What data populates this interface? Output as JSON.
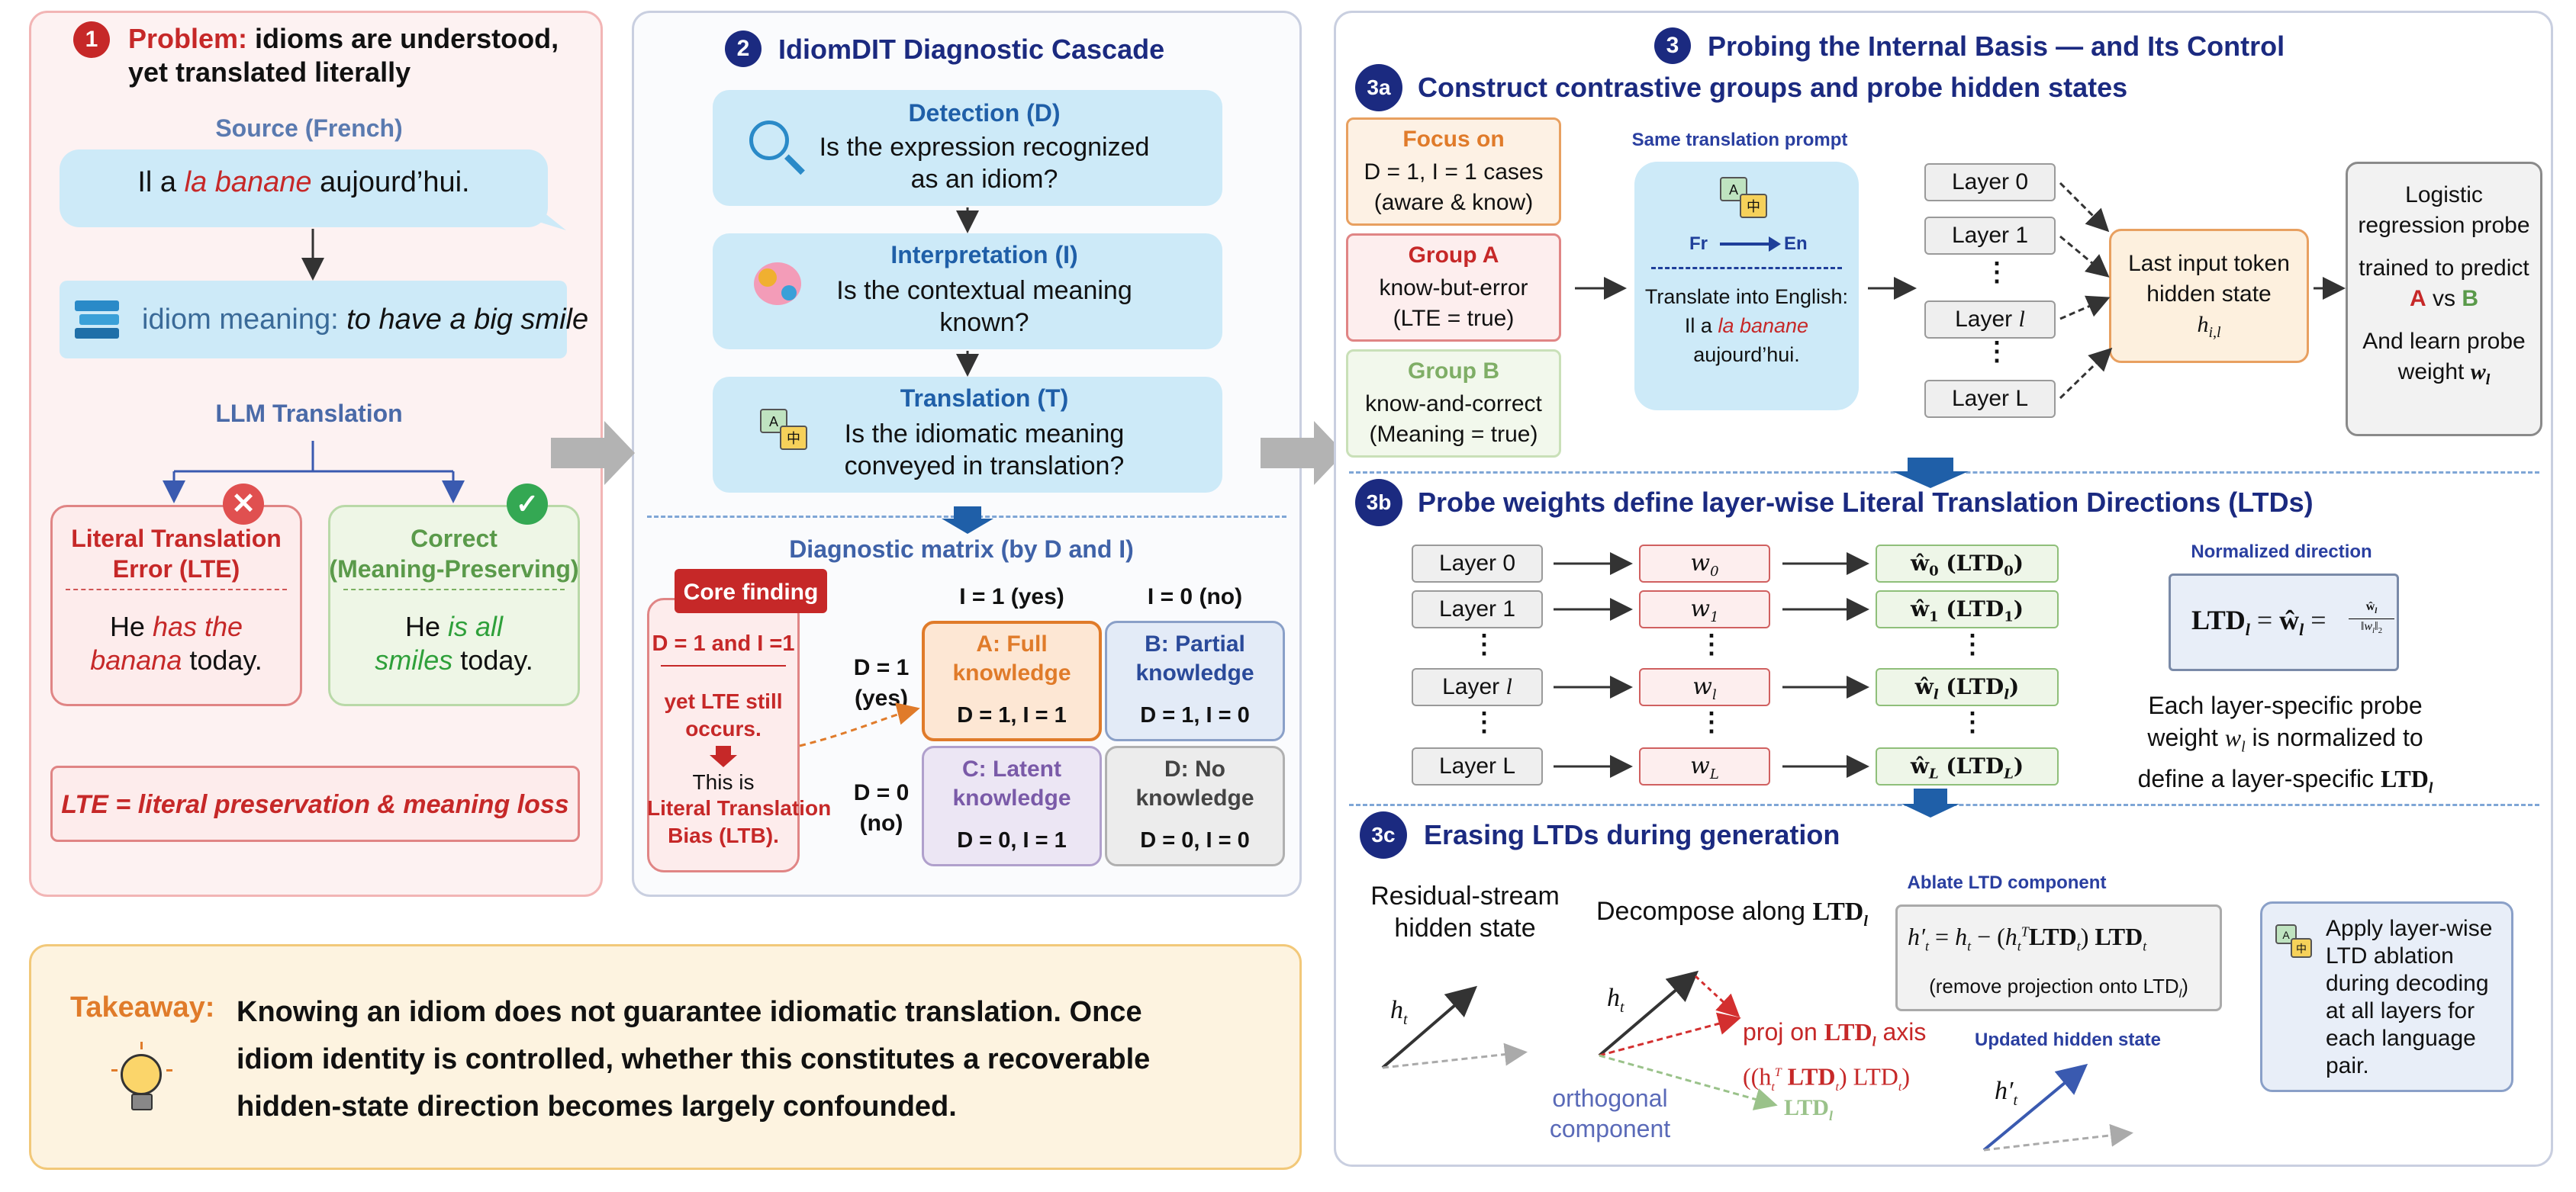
{
  "p1": {
    "num": "1",
    "title_lbl": "Problem:",
    "title_rest": "idioms are understood,",
    "title_line2": "yet translated literally",
    "source_label": "Source (French)",
    "src_a": "Il a ",
    "src_b": "la banane",
    "src_c": " aujourd’hui.",
    "meaning_a": "idiom meaning: ",
    "meaning_b": "to have a big smile",
    "llm": "LLM Translation",
    "lte_l1": "Literal Translation",
    "lte_l2": "Error (LTE)",
    "lte_s1a": "He ",
    "lte_s1b": "has the",
    "lte_s2a": "banana",
    "lte_s2b": " today.",
    "cor_l1": "Correct",
    "cor_l2": "(Meaning-Preserving)",
    "cor_s1a": "He ",
    "cor_s1b": "is all",
    "cor_s2a": "smiles",
    "cor_s2b": " today.",
    "def": "LTE = literal preservation & meaning loss"
  },
  "p2": {
    "num": "2",
    "title": "IdiomDIT Diagnostic Cascade",
    "det_t": "Detection (D)",
    "det_q1": "Is the expression recognized",
    "det_q2": "as an idiom?",
    "int_t": "Interpretation (I)",
    "int_q1": "Is the contextual meaning",
    "int_q2": "known?",
    "tr_t": "Translation (T)",
    "tr_q1": "Is the idiomatic meaning",
    "tr_q2": "conveyed in translation?",
    "matrix": "Diagnostic matrix (by D and I)",
    "core": "Core finding",
    "cf1": "D = 1 and I =1",
    "cf2": "yet LTE still",
    "cf3": "occurs.",
    "cf4": "This is",
    "cf5": "Literal Translation",
    "cf6": "Bias (LTB).",
    "i1": "I = 1 (yes)",
    "i0": "I = 0 (no)",
    "d1a": "D = 1",
    "d1b": "(yes)",
    "d0a": "D = 0",
    "d0b": "(no)",
    "A1": "A: Full",
    "A2": "knowledge",
    "A3": "D = 1, I = 1",
    "B1": "B: Partial",
    "B2": "knowledge",
    "B3": "D = 1, I = 0",
    "C1": "C: Latent",
    "C2": "knowledge",
    "C3": "D = 0, I = 1",
    "D1": "D: No",
    "D2": "knowledge",
    "D3": "D = 0, I = 0"
  },
  "take": {
    "label": "Takeaway:",
    "l1": "Knowing an idiom does not guarantee idiomatic translation. Once",
    "l2": "idiom identity is controlled, whether this constitutes a recoverable",
    "l3": "hidden-state direction becomes largely confounded."
  },
  "p3": {
    "num": "3",
    "title": "Probing the Internal Basis — and Its Control",
    "a_num": "3a",
    "a_title": "Construct contrastive groups and probe hidden states",
    "focus_t": "Focus on",
    "focus1": "D = 1, I = 1 cases",
    "focus2": "(aware & know)",
    "ga_t": "Group A",
    "ga1": "know-but-error",
    "ga2": "(LTE = true)",
    "gb_t": "Group B",
    "gb1": "know-and-correct",
    "gb2": "(Meaning = true)",
    "prompt_t": "Same translation prompt",
    "fr": "Fr",
    "en": "En",
    "pr1": "Translate into English:",
    "pr2a": "Il a ",
    "pr2b": "la banane",
    "pr3": "aujourd’hui.",
    "layers": [
      "Layer 0",
      "Layer 1",
      "Layer l",
      "Layer L"
    ],
    "tok1": "Last input token",
    "tok2": "hidden state",
    "tok3": "h",
    "tok3s": "i,l",
    "lr1": "Logistic",
    "lr2": "regression probe",
    "lr3": "trained to predict",
    "lr4a": "A",
    "lr4b": " vs ",
    "lr4c": "B",
    "lr5": "And learn probe",
    "lr6": "weight ",
    "lr6b": "w",
    "lr6s": "l",
    "b_num": "3b",
    "b_title": "Probe weights define layer-wise Literal Translation Directions (LTDs)",
    "wsub": [
      "0",
      "1",
      "l",
      "L"
    ],
    "norm_t": "Normalized direction",
    "eq": "LTD",
    "eqs": "l",
    "eqmid": " = ",
    "eqw": "ŵ",
    "eqfrac_n": "ŵ",
    "eqfrac_d": "‖w",
    "desc1": "Each layer-specific probe",
    "desc2a": "weight ",
    "desc2b": "w",
    "desc2c": " is normalized to",
    "desc3": "define a layer-specific ",
    "c_num": "3c",
    "c_title": "Erasing LTDs during generation",
    "rs1": "Residual-stream",
    "rs2": "hidden state",
    "dec": "Decompose along ",
    "ablate_t": "Ablate LTD component",
    "formula": "h′t = ht − (htT LTDt) LTDt",
    "remove": "(remove projection onto LTD",
    "proj1": "proj on ",
    "proj1b": " axis",
    "proj2": "((h",
    "proj2b": " LTD",
    "proj2c": ") LTD",
    "orth1": "orthogonal",
    "orth2": "component",
    "updated": "Updated hidden state",
    "apply1": "Apply layer-wise",
    "apply2": "LTD ablation",
    "apply3": "during decoding",
    "apply4": "at all layers for",
    "apply5": "each language",
    "apply6": "pair.",
    "ht": "h",
    "htsub": "t",
    "ltd": "LTD"
  },
  "colors": {
    "navy": "#1b2a80",
    "red": "#c62828",
    "green": "#5a9a4a",
    "orange": "#e07b2a",
    "purple": "#7a5aa8",
    "lightblue": "#cdeaf8"
  }
}
